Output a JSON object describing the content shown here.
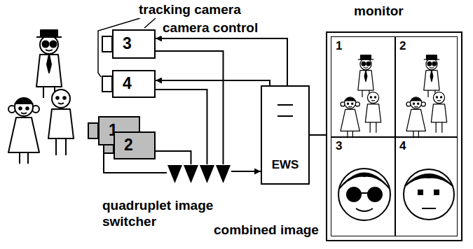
{
  "diagram": {
    "nodes": [
      {
        "text": [
          "3"
        ]
      },
      {
        "text": [
          "4"
        ]
      },
      {
        "text": [
          "1"
        ]
      },
      {
        "text": [
          "2"
        ]
      },
      {
        "text": [
          "quadruplet image switcher"
        ]
      },
      {
        "text": [
          "EWS"
        ]
      },
      {
        "text": [
          "monitor"
        ]
      },
      {
        "text": [
          "1"
        ],
        "in": 6
      },
      {
        "text": [
          "2"
        ],
        "in": 6
      },
      {
        "text": [
          "3"
        ],
        "in": 6
      },
      {
        "text": [
          "4"
        ],
        "in": 6
      }
    ],
    "edges": [
      {
        "from": 5,
        "to": 0,
        "arrow": "to"
      },
      {
        "from": 5,
        "to": 1,
        "arrow": "to"
      },
      {
        "from": 0,
        "to": 4,
        "arrow": "none"
      },
      {
        "from": 1,
        "to": 4,
        "arrow": "none"
      },
      {
        "from": 2,
        "to": 4,
        "arrow": "none"
      },
      {
        "from": 3,
        "to": 4,
        "arrow": "none"
      },
      {
        "from": 4,
        "to": 5,
        "arrow": "to",
        "label": "combined image"
      },
      {
        "from": 5,
        "to": 6,
        "arrow": "none"
      }
    ],
    "labels": [
      "tracking camera",
      "camera control"
    ]
  }
}
